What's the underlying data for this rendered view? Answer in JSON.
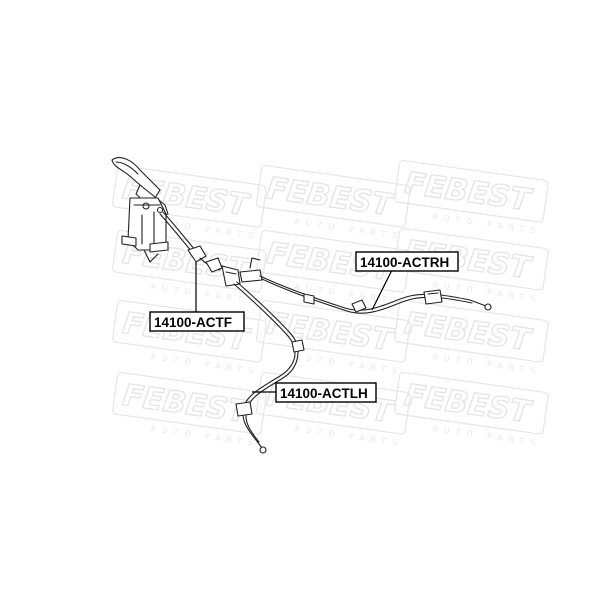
{
  "watermark": {
    "brand": "FEBEST",
    "tagline": "AUTO PARTS"
  },
  "callouts": {
    "front": "14100-ACTF",
    "rear_right": "14100-ACTRH",
    "rear_left": "14100-ACTLH"
  }
}
